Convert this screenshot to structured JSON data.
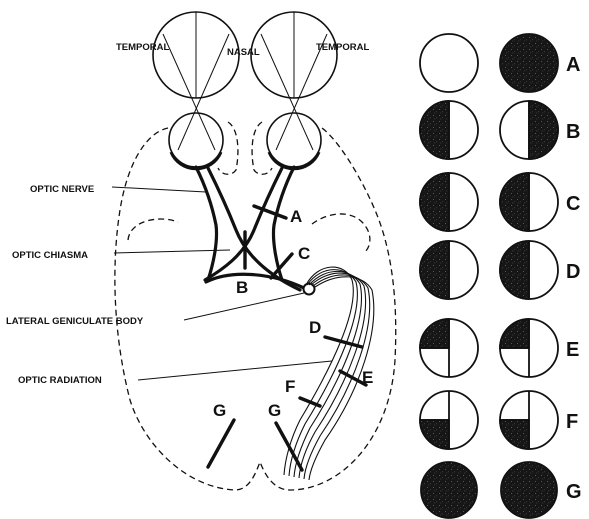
{
  "labels": {
    "temporal_left": "TEMPORAL",
    "nasal": "NASAL",
    "temporal_right": "TEMPORAL",
    "optic_nerve": "OPTIC NERVE",
    "optic_chiasma": "OPTIC CHIASMA",
    "lateral_geniculate_body": "LATERAL GENICULATE BODY",
    "optic_radiation": "OPTIC RADIATION"
  },
  "lesion_letters": {
    "A": "A",
    "B": "B",
    "C": "C",
    "D": "D",
    "E": "E",
    "F": "F",
    "G_left": "G",
    "G_right": "G"
  },
  "field_rows": [
    "A",
    "B",
    "C",
    "D",
    "E",
    "F",
    "G"
  ],
  "colors": {
    "ink": "#111111",
    "background": "#ffffff"
  }
}
